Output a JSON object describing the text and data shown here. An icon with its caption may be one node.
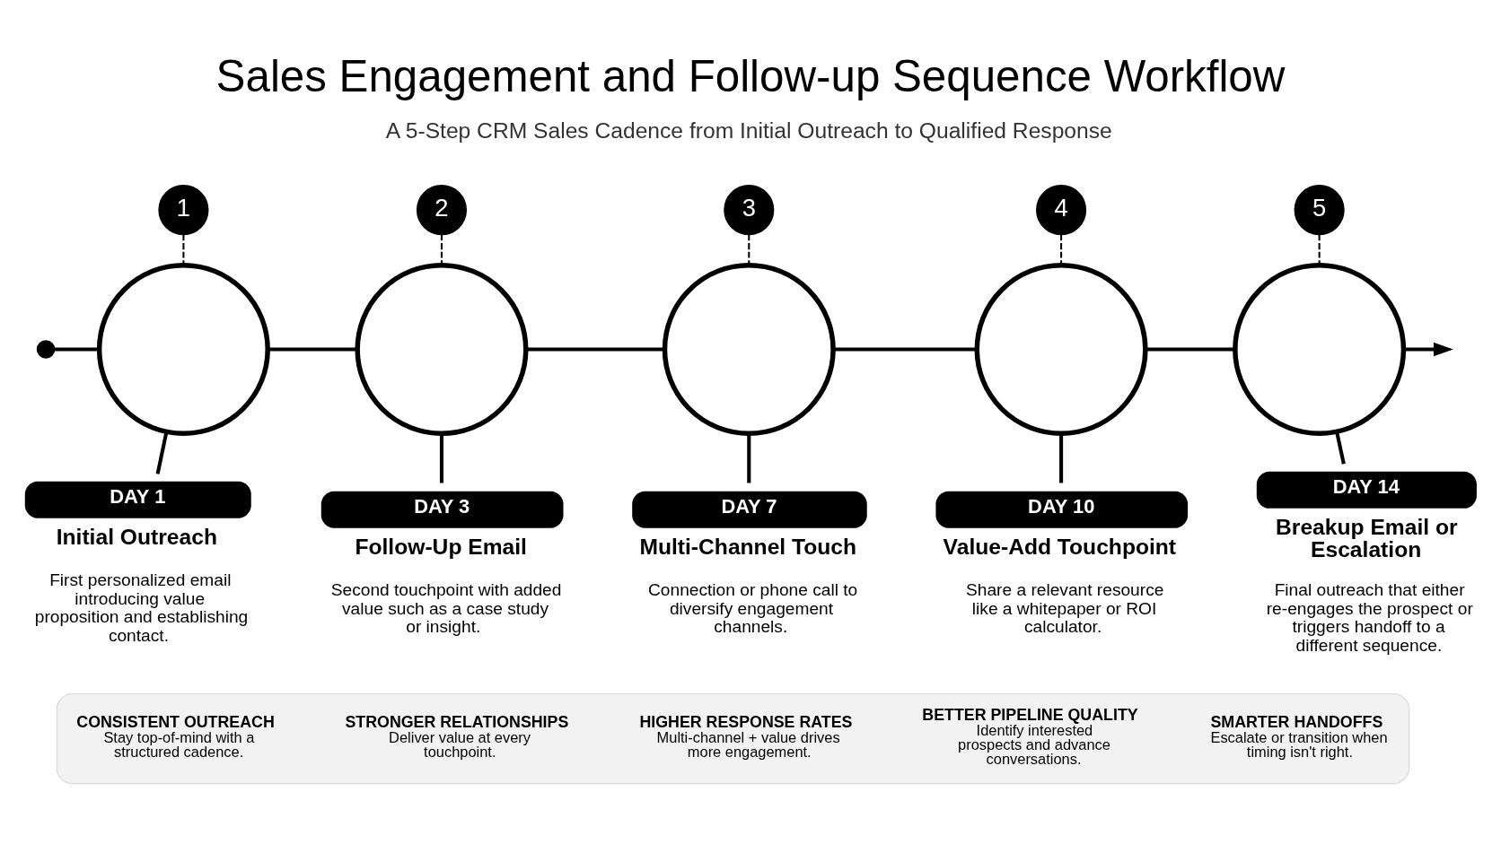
{
  "diagram": {
    "title": "Sales Engagement and Follow-up Sequence Workflow",
    "nodes": [
      {
        "text": [],
        "shape": "circle"
      },
      {
        "text": [],
        "shape": "circle"
      },
      {
        "text": [],
        "shape": "circle"
      },
      {
        "text": [],
        "shape": "circle"
      },
      {
        "text": [],
        "shape": "circle"
      },
      {
        "text": [],
        "shape": "circle"
      },
      {
        "text": [
          "1"
        ]
      },
      {
        "text": [
          "2"
        ]
      },
      {
        "text": [
          "3"
        ]
      },
      {
        "text": [
          "4"
        ]
      },
      {
        "text": [
          "5"
        ]
      },
      {
        "text": [
          "DAY 1",
          "Initial Outreach",
          "First personalized email introducing value proposition and establishing contact."
        ]
      },
      {
        "text": [
          "DAY 3",
          "Follow-Up Email",
          "Second touchpoint with added value such as a case study or insight."
        ]
      },
      {
        "text": [
          "DAY 7",
          "Multi-Channel Touch",
          "Connection or phone call to diversify engagement channels."
        ]
      },
      {
        "text": [
          "DAY 10",
          "Value-Add Touchpoint",
          "Share a relevant resource like a whitepaper or ROI calculator."
        ]
      },
      {
        "text": [
          "DAY 14",
          "Breakup Email or Escalation",
          "Final outreach that either re-engages the prospect or triggers handoff to a different sequence."
        ]
      },
      {
        "text": [],
        "shape": "box"
      },
      {
        "text": [
          "CONSISTENT OUTREACH",
          "Stay top-of-mind with a structured cadence."
        ],
        "in": 16
      },
      {
        "text": [
          "STRONGER RELATIONSHIPS",
          "Deliver value at every touchpoint."
        ],
        "in": 16
      },
      {
        "text": [
          "HIGHER RESPONSE RATES",
          "Multi-channel + value drives more engagement."
        ],
        "in": 16
      },
      {
        "text": [
          "BETTER PIPELINE QUALITY",
          "Identify interested prospects and advance conversations."
        ],
        "in": 16
      },
      {
        "text": [
          "SMARTER HANDOFFS",
          "Escalate or transition when timing isn't right."
        ],
        "in": 16
      }
    ],
    "edges": [
      {
        "from": 0,
        "to": 1,
        "arrow": "none"
      },
      {
        "from": 1,
        "to": 2,
        "arrow": "none"
      },
      {
        "from": 2,
        "to": 3,
        "arrow": "none"
      },
      {
        "from": 3,
        "to": 4,
        "arrow": "none"
      },
      {
        "from": 4,
        "to": 5,
        "arrow": "none"
      },
      {
        "from": 5,
        "to": null,
        "arrow": "to"
      },
      {
        "from": 6,
        "to": 1,
        "arrow": "none",
        "style": "dashed"
      },
      {
        "from": 7,
        "to": 2,
        "arrow": "none",
        "style": "dashed"
      },
      {
        "from": 8,
        "to": 3,
        "arrow": "none",
        "style": "dashed"
      },
      {
        "from": 9,
        "to": 4,
        "arrow": "none",
        "style": "dashed"
      },
      {
        "from": 10,
        "to": 5,
        "arrow": "none",
        "style": "dashed"
      },
      {
        "from": 1,
        "to": 11,
        "arrow": "none"
      },
      {
        "from": 2,
        "to": 12,
        "arrow": "none"
      },
      {
        "from": 3,
        "to": 13,
        "arrow": "none"
      },
      {
        "from": 4,
        "to": 14,
        "arrow": "none"
      },
      {
        "from": 5,
        "to": 15,
        "arrow": "none"
      }
    ],
    "labels": [
      "A 5-Step CRM Sales Cadence from Initial Outreach to Qualified Response"
    ]
  }
}
